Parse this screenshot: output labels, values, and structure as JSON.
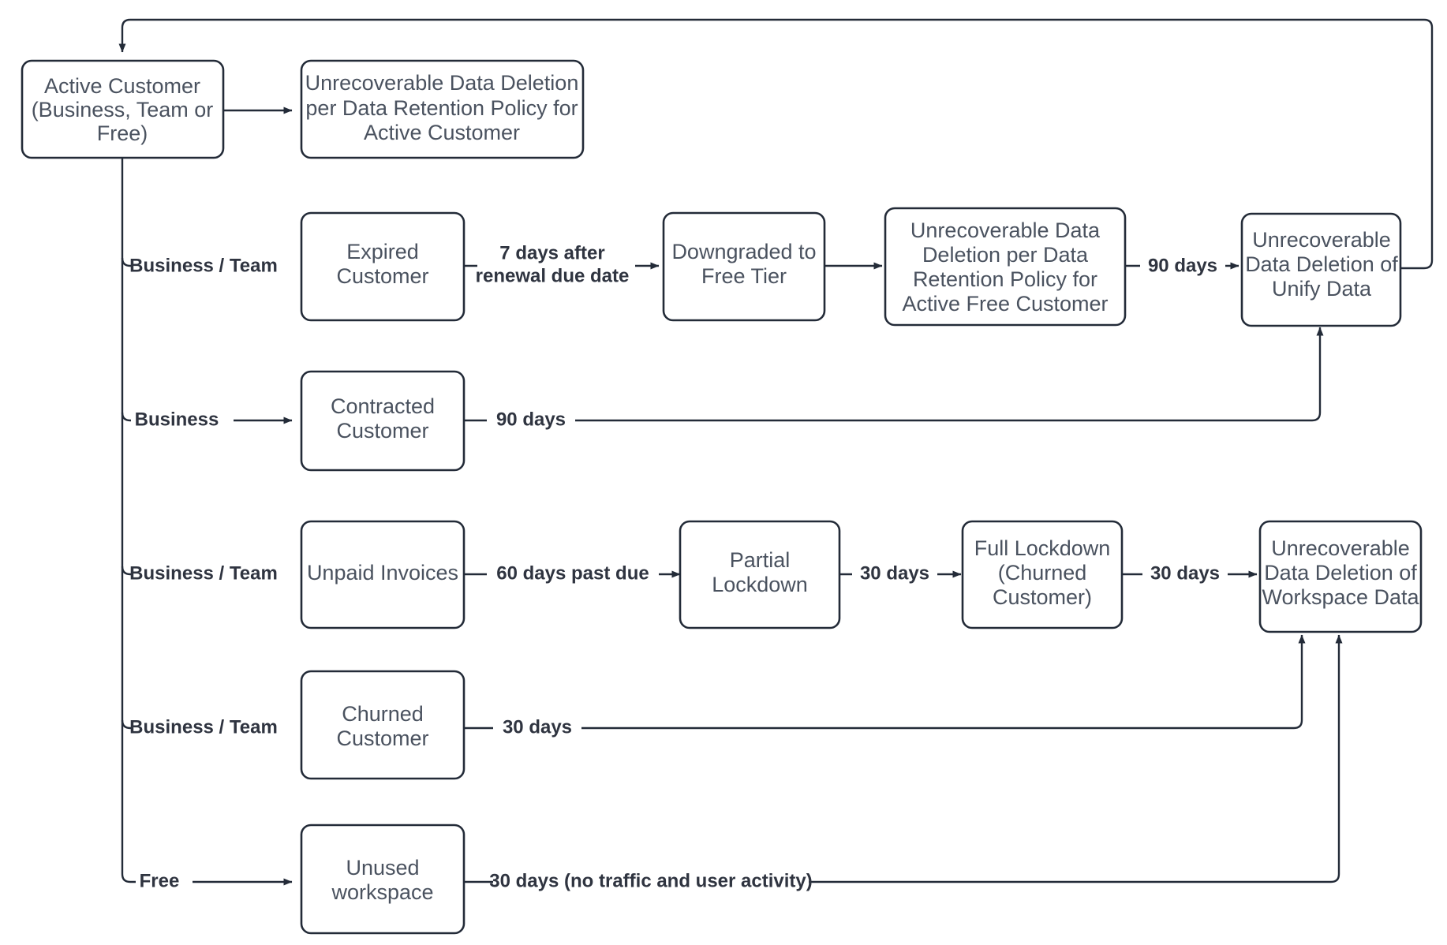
{
  "diagram": {
    "title": "Customer Lifecycle Data Retention and Deletion Flow",
    "type": "flowchart",
    "colors": {
      "node_stroke": "#232b38",
      "node_fill": "#ffffff",
      "node_text": "#4a525f",
      "edge_stroke": "#232b38",
      "edge_label_text": "#2f3440",
      "canvas_background": "#ffffff"
    },
    "nodes": [
      {
        "id": "active-customer",
        "lines": [
          "Active Customer",
          "(Business, Team or",
          "Free)"
        ]
      },
      {
        "id": "deletion-active-customer",
        "lines": [
          "Unrecoverable Data Deletion",
          "per Data Retention Policy for",
          "Active Customer"
        ]
      },
      {
        "id": "expired-customer",
        "lines": [
          "Expired",
          "Customer"
        ]
      },
      {
        "id": "downgraded-free-tier",
        "lines": [
          "Downgraded to",
          "Free Tier"
        ]
      },
      {
        "id": "deletion-active-free-customer",
        "lines": [
          "Unrecoverable Data",
          "Deletion per Data",
          "Retention Policy for",
          "Active Free Customer"
        ]
      },
      {
        "id": "deletion-unify-data",
        "lines": [
          "Unrecoverable",
          "Data Deletion of",
          "Unify Data"
        ]
      },
      {
        "id": "contracted-customer",
        "lines": [
          "Contracted",
          "Customer"
        ]
      },
      {
        "id": "unpaid-invoices",
        "lines": [
          "Unpaid Invoices"
        ]
      },
      {
        "id": "partial-lockdown",
        "lines": [
          "Partial",
          "Lockdown"
        ]
      },
      {
        "id": "full-lockdown",
        "lines": [
          "Full Lockdown",
          "(Churned",
          "Customer)"
        ]
      },
      {
        "id": "deletion-workspace-data",
        "lines": [
          "Unrecoverable",
          "Data Deletion of",
          "Workspace Data"
        ]
      },
      {
        "id": "churned-customer",
        "lines": [
          "Churned",
          "Customer"
        ]
      },
      {
        "id": "unused-workspace",
        "lines": [
          "Unused",
          "workspace"
        ]
      }
    ],
    "edge_labels": {
      "branch_business_team_expired": "Business / Team",
      "branch_business_contracted": "Business",
      "branch_business_team_unpaid": "Business / Team",
      "branch_business_team_churned": "Business / Team",
      "branch_free_unused": "Free",
      "expired_to_downgraded_l1": "7 days after",
      "expired_to_downgraded_l2": "renewal due date",
      "free_deletion_to_unify": "90 days",
      "contracted_to_unify": "90 days",
      "unpaid_to_partial": "60 days past due",
      "partial_to_full": "30 days",
      "full_to_workspace_deletion": "30 days",
      "churned_to_workspace_deletion": "30 days",
      "unused_to_workspace_deletion": "30 days (no traffic and user activity)"
    }
  }
}
